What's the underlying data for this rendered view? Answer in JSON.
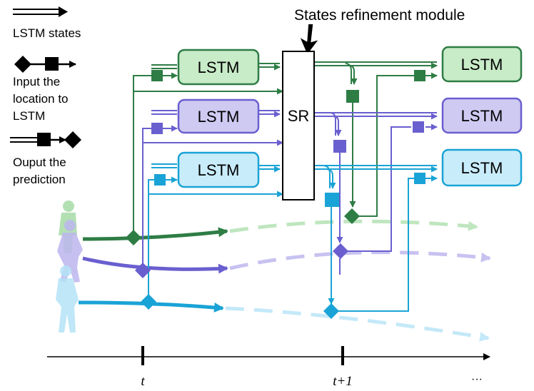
{
  "legend": {
    "states_label": "LSTM states",
    "input_label_lines": [
      "Input the",
      "location to",
      "LSTM"
    ],
    "output_label_lines": [
      "Ouput the",
      "prediction"
    ]
  },
  "module_title": "States refinement module",
  "sr_label": "SR",
  "lstm_label": "LSTM",
  "axis": {
    "tick_t": "t",
    "tick_t1": "t+1",
    "ellipsis": "···"
  },
  "colors": {
    "green": "#2e7d45",
    "green_fill": "#c8ebc8",
    "green_light": "#bfe6bf",
    "purple": "#6a5fcf",
    "purple_fill": "#cfcaf2",
    "purple_light": "#c7c2f0",
    "cyan": "#1aa3d6",
    "cyan_fill": "#c9ecfa",
    "cyan_light": "#c4e9f8",
    "black": "#000000"
  }
}
